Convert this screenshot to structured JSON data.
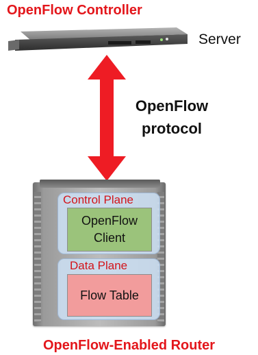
{
  "controller_title": "OpenFlow Controller",
  "server_label": "Server",
  "protocol_label": "OpenFlow protocol",
  "router": {
    "control_plane_label": "Control Plane",
    "client_label": "OpenFlow\nClient",
    "data_plane_label": "Data Plane",
    "flow_table_label": "Flow Table"
  },
  "router_title": "OpenFlow-Enabled Router",
  "colors": {
    "accent_red": "#e3161b",
    "arrow_red": "#ee1c24",
    "client_green": "#9bc37b",
    "flow_table_pink": "#f29c9c",
    "plane_blue": "#cde1f5"
  },
  "icons": {
    "server": "rack-server-icon",
    "router": "router-chassis-icon",
    "arrow": "double-headed-arrow"
  }
}
